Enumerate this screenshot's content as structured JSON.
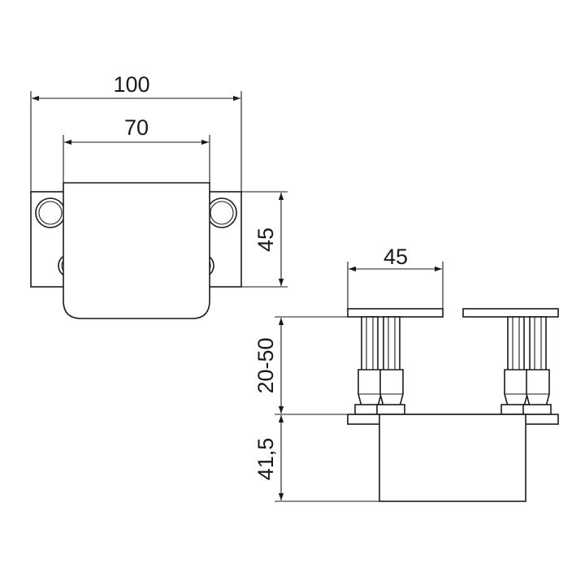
{
  "dimensions": {
    "top_width_outer": "100",
    "top_width_inner": "70",
    "top_height": "45",
    "side_plate_width": "45",
    "side_adjust_range": "20-50",
    "side_body_height": "41,5"
  },
  "colors": {
    "line": "#1a1a1a",
    "background": "#ffffff"
  }
}
